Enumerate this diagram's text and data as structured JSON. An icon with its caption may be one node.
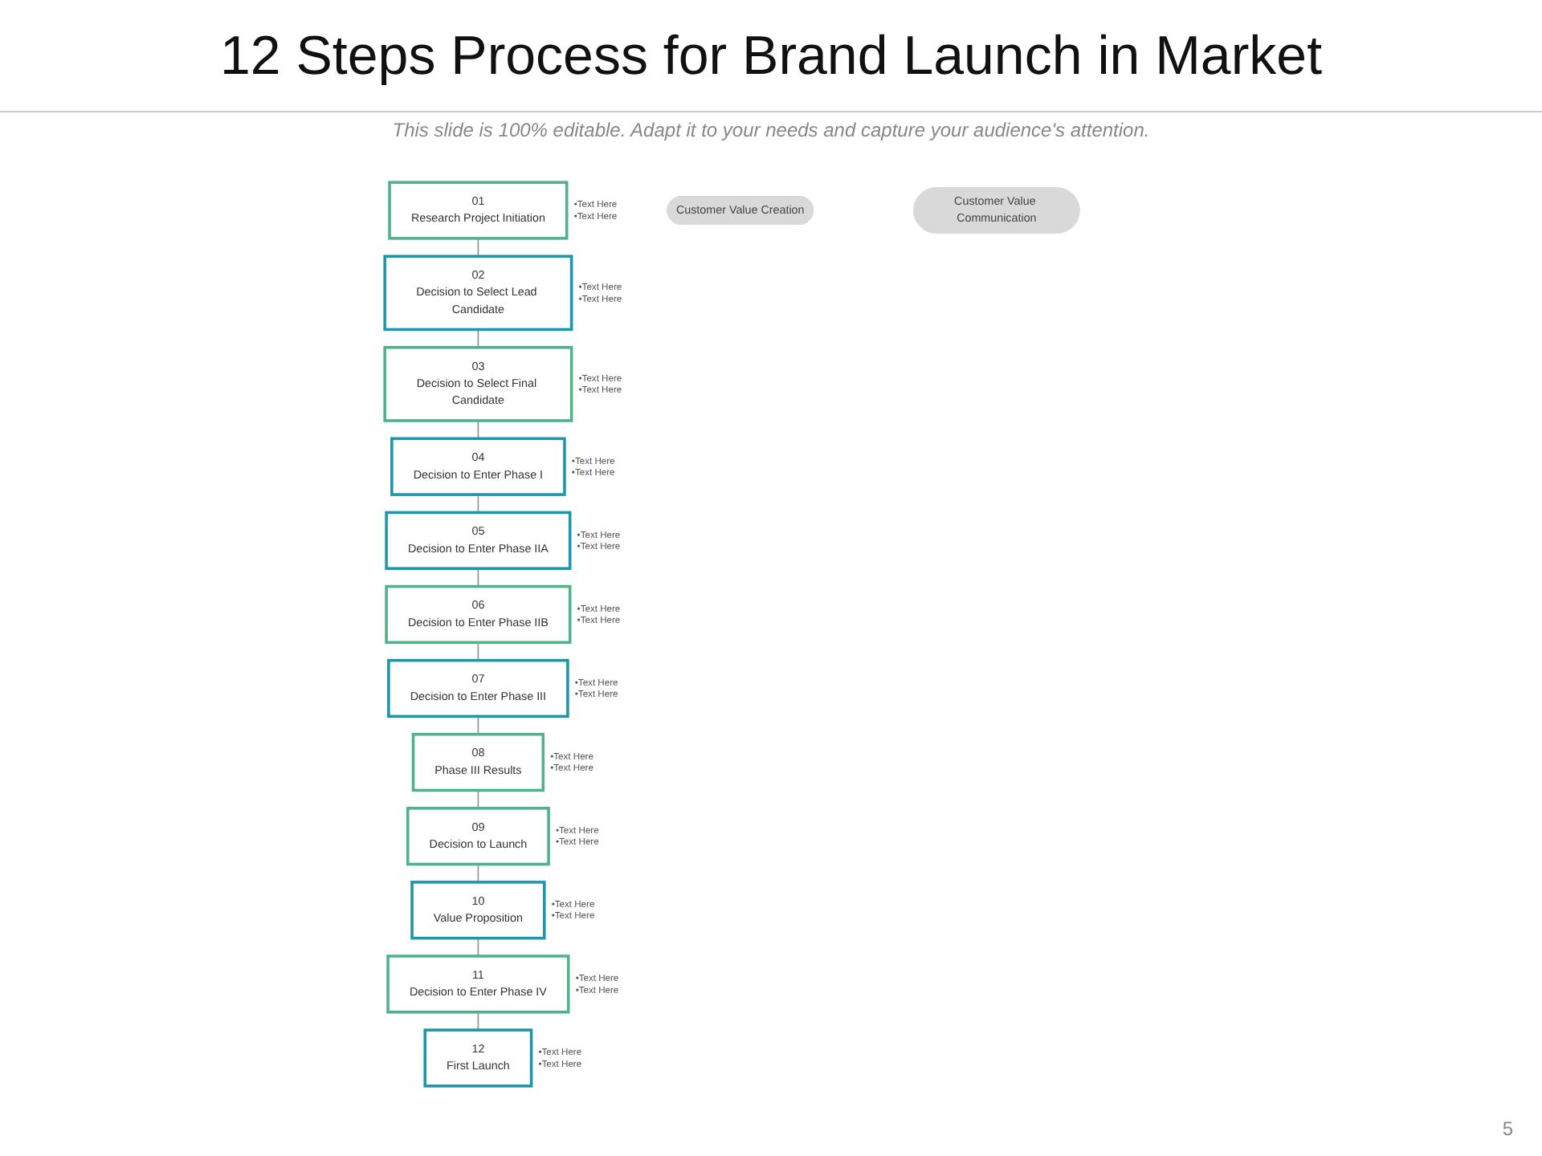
{
  "diagram": {
    "title": "12 Steps Process for Brand Launch in Market",
    "nodes": [
      {
        "text": [
          "01",
          "Research Project Initiation"
        ],
        "beside": [
          "•Text Here",
          "•Text Here"
        ]
      },
      {
        "text": [
          "02",
          "Decision to Select Lead Candidate"
        ],
        "beside": [
          "•Text Here",
          "•Text Here"
        ]
      },
      {
        "text": [
          "03",
          "Decision to Select Final Candidate"
        ],
        "beside": [
          "•Text Here",
          "•Text Here"
        ]
      },
      {
        "text": [
          "04",
          "Decision to Enter Phase I"
        ],
        "beside": [
          "•Text Here",
          "•Text Here"
        ]
      },
      {
        "text": [
          "05",
          "Decision to Enter Phase IIA"
        ],
        "beside": [
          "•Text Here",
          "•Text Here"
        ]
      },
      {
        "text": [
          "06",
          "Decision to Enter Phase IIB"
        ],
        "beside": [
          "•Text Here",
          "•Text Here"
        ]
      },
      {
        "text": [
          "07",
          "Decision to Enter Phase III"
        ],
        "beside": [
          "•Text Here",
          "•Text Here"
        ]
      },
      {
        "text": [
          "08",
          "Phase III Results"
        ],
        "beside": [
          "•Text Here",
          "•Text Here"
        ]
      },
      {
        "text": [
          "09",
          "Decision to Launch"
        ],
        "beside": [
          "•Text Here",
          "•Text Here"
        ]
      },
      {
        "text": [
          "10",
          "Value Proposition"
        ],
        "beside": [
          "•Text Here",
          "•Text Here"
        ]
      },
      {
        "text": [
          "11",
          "Decision to Enter Phase IV"
        ],
        "beside": [
          "•Text Here",
          "•Text Here"
        ]
      },
      {
        "text": [
          "12",
          "First Launch"
        ],
        "beside": [
          "•Text Here",
          "•Text Here"
        ]
      },
      {
        "text": [
          "Customer Value Creation"
        ]
      },
      {
        "text": [
          "Customer Value Communication"
        ]
      }
    ],
    "edges": [
      {
        "from": 0,
        "to": 1,
        "arrow": "none"
      },
      {
        "from": 1,
        "to": 2,
        "arrow": "none"
      },
      {
        "from": 2,
        "to": 3,
        "arrow": "none"
      },
      {
        "from": 3,
        "to": 4,
        "arrow": "none"
      },
      {
        "from": 4,
        "to": 5,
        "arrow": "none"
      },
      {
        "from": 5,
        "to": 6,
        "arrow": "none"
      },
      {
        "from": 6,
        "to": 7,
        "arrow": "none"
      },
      {
        "from": 7,
        "to": 8,
        "arrow": "none"
      },
      {
        "from": 8,
        "to": 9,
        "arrow": "none"
      },
      {
        "from": 9,
        "to": 10,
        "arrow": "none"
      },
      {
        "from": 10,
        "to": 11,
        "arrow": "none"
      }
    ],
    "labels": [
      "This slide is 100% editable. Adapt it to your needs and capture your audience's attention.",
      "5"
    ]
  }
}
